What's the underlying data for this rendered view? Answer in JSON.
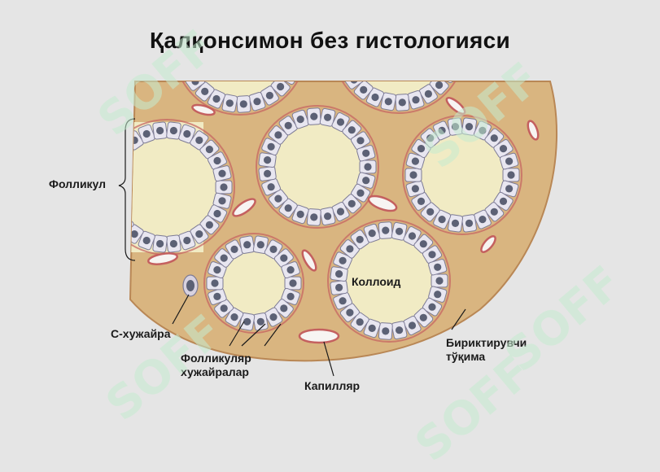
{
  "title": "Қалқонсимон без гистологияси",
  "labels": {
    "follicle": "Фолликул",
    "colloid": "Коллоид",
    "c_cell": "С-хужайра",
    "follicular_cells_line1": "Фолликуляр",
    "follicular_cells_line2": "хужайралар",
    "capillary": "Капилляр",
    "connective_line1": "Бириктирувчи",
    "connective_line2": "тўқима"
  },
  "watermark": "SOFF",
  "colors": {
    "background": "#e5e5e5",
    "colloid": "#f1ebc4",
    "tissue": "#d9b580",
    "tissue_edge": "#b98755",
    "capillary_wall": "#c4605f",
    "cell_fill": "#e8e6f0",
    "cell_border": "#7d7b95",
    "nucleus": "#5c6175",
    "watermark": "#c6ecd0"
  }
}
